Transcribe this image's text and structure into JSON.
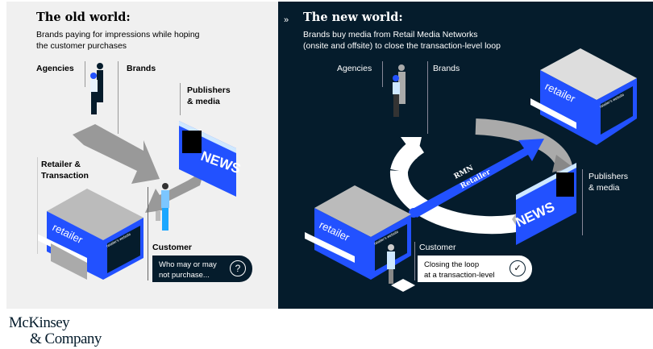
{
  "old_world": {
    "title": "The old world:",
    "subtitle_line1": "Brands paying for impressions while hoping",
    "subtitle_line2": "the customer purchases",
    "labels": {
      "agencies": "Agencies",
      "brands": "Brands",
      "publishers_line1": "Publishers",
      "publishers_line2": "& media",
      "retailer_line1": "Retailer &",
      "retailer_line2": "Transaction",
      "customer": "Customer"
    },
    "customer_box": {
      "line1": "Who may or may",
      "line2": "not purchase...",
      "icon": "question-circle-icon"
    },
    "news_sign": "NEWS",
    "store_sign": "retailer",
    "store_screen": "retailer's website"
  },
  "new_world": {
    "title": "The new world:",
    "subtitle_line1": "Brands buy media from Retail Media Networks",
    "subtitle_line2": "(onsite and offsite) to close the transaction-level loop",
    "labels": {
      "agencies": "Agencies",
      "brands": "Brands",
      "publishers_line1": "Publishers",
      "publishers_line2": "& media",
      "customer": "Customer"
    },
    "arrow_text_line1": "RMN",
    "arrow_text_line2": "Retailer",
    "customer_box": {
      "line1": "Closing the loop",
      "line2": "at a transaction-level",
      "icon": "check-circle-icon"
    },
    "news_sign": "NEWS",
    "store_sign": "retailer",
    "store_screen": "retailer's website"
  },
  "logo": {
    "line1": "McKinsey",
    "line2": "& Company"
  },
  "colors": {
    "old_bg": "#f0f0f0",
    "new_bg": "#051c2c",
    "accent_blue": "#2251ff",
    "arrow_gray": "#999999"
  }
}
